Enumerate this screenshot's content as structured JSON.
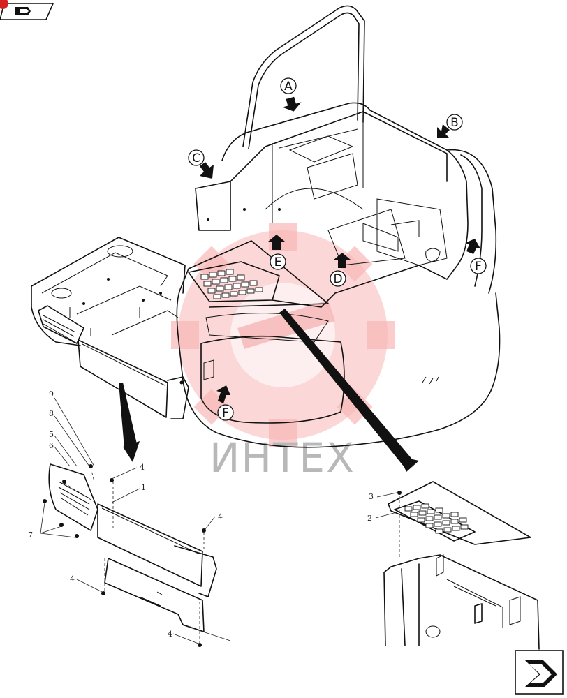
{
  "watermark": {
    "text": "ИНТЕХ"
  },
  "callouts": {
    "a": "A",
    "b": "B",
    "c": "C",
    "d": "D",
    "e": "E",
    "f": "F"
  },
  "part_numbers": {
    "n1": "1",
    "n2": "2",
    "n3": "3",
    "n4": "4",
    "n5": "5",
    "n6": "6",
    "n7": "7",
    "n8": "8",
    "n9": "9"
  },
  "icons": {
    "top_left": "back-arrow-icon",
    "bottom_right": "forward-arrow-icon"
  },
  "colors": {
    "badge_accent": "#d62020",
    "watermark": "#f27a7a",
    "line": "#111111"
  }
}
